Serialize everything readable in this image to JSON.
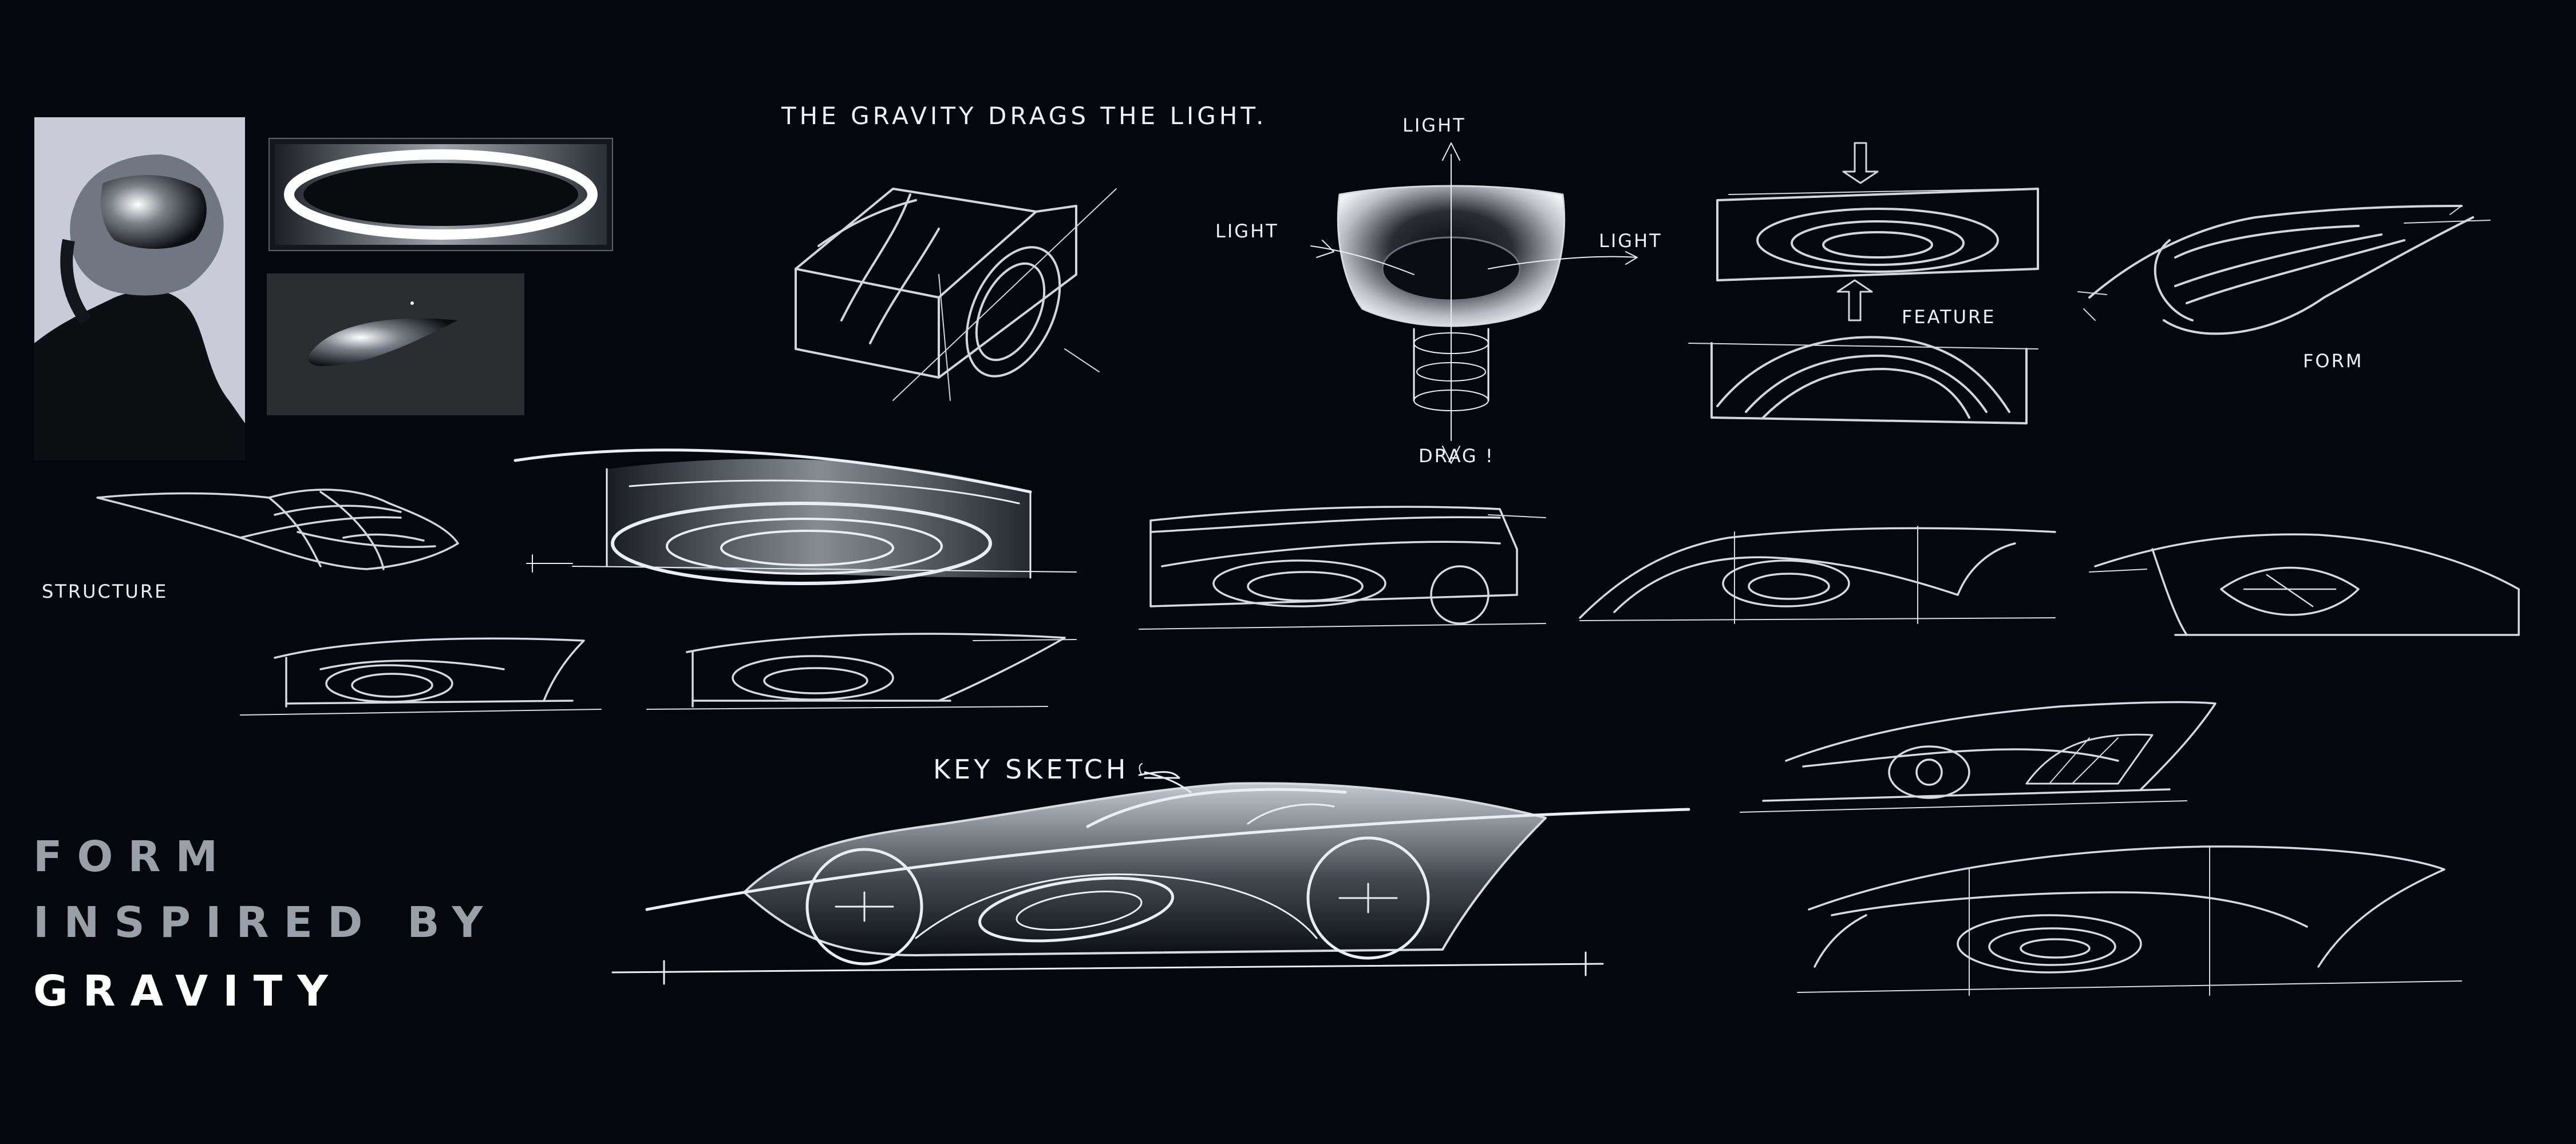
{
  "labels": {
    "headline": "THE GRAVITY DRAGS THE LIGHT.",
    "light_top": "LIGHT",
    "light_left": "LIGHT",
    "light_right": "LIGHT",
    "drag": "DRAG !",
    "feature": "FEATURE",
    "form": "FORM",
    "structure": "STRUCTURE",
    "key_sketch": "KEY SKETCH"
  },
  "title": {
    "line1": "FORM",
    "line2": "INSPIRED BY",
    "line3": "GRAVITY"
  },
  "colors": {
    "background": "#05070d",
    "sketch_line": "#e9edf4",
    "title_muted": "#9aa0a8",
    "title_bright": "#ffffff"
  }
}
